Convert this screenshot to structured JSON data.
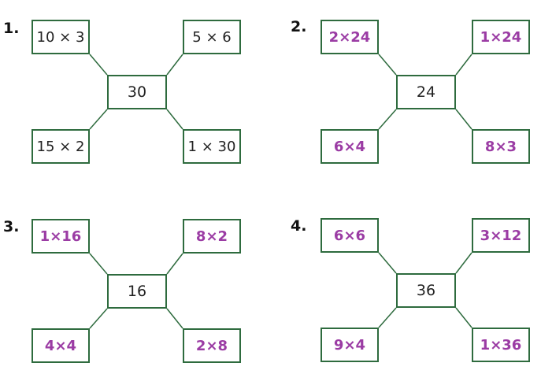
{
  "puzzles": [
    {
      "number": "1.",
      "center": "30",
      "corners": {
        "top_left": "10 × 3",
        "top_right": "5 × 6",
        "bottom_left": "15 × 2",
        "bottom_right": "1 × 30"
      },
      "corner_style": "given"
    },
    {
      "number": "2.",
      "center": "24",
      "corners": {
        "top_left": "2×24",
        "top_right": "1×24",
        "bottom_left": "6×4",
        "bottom_right": "8×3"
      },
      "corner_style": "answer"
    },
    {
      "number": "3.",
      "center": "16",
      "corners": {
        "top_left": "1×16",
        "top_right": "8×2",
        "bottom_left": "4×4",
        "bottom_right": "2×8"
      },
      "corner_style": "answer"
    },
    {
      "number": "4.",
      "center": "36",
      "corners": {
        "top_left": "6×6",
        "top_right": "3×12",
        "bottom_left": "9×4",
        "bottom_right": "1×36"
      },
      "corner_style": "answer"
    }
  ],
  "colors": {
    "box_border": "#2e6b3e",
    "connector": "#2e6b3e",
    "given_text": "#222222",
    "answer_text": "#9b3ca4",
    "number_text": "#111111"
  }
}
